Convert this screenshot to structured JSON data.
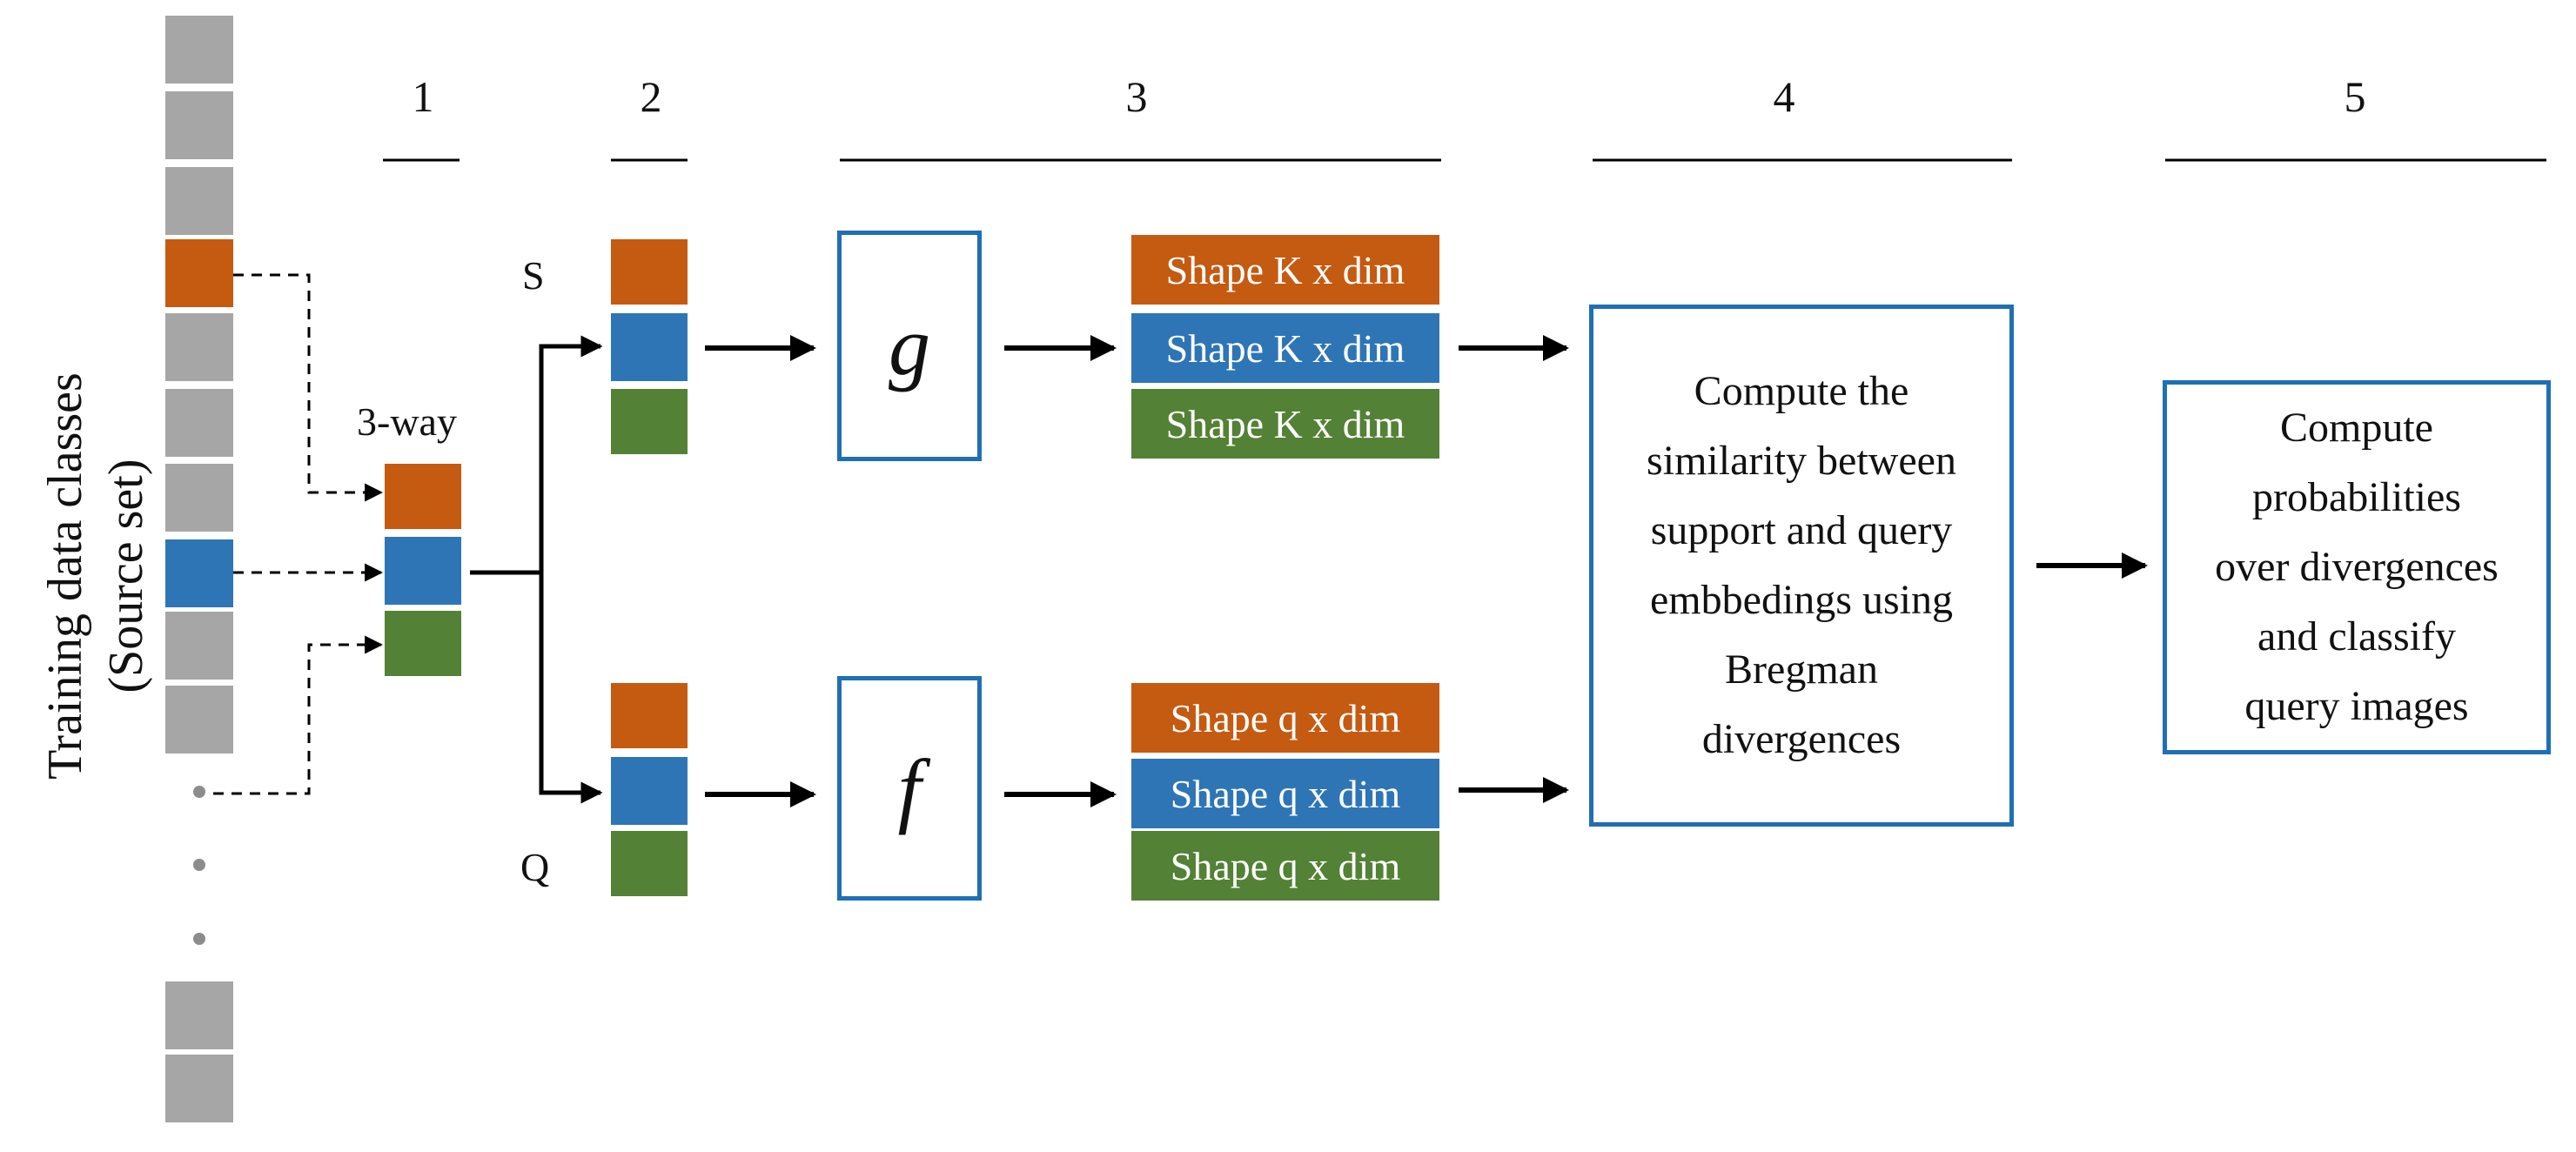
{
  "colors": {
    "gray": "#a6a6a6",
    "orange": "#c55a11",
    "blue": "#2e75b6",
    "green": "#538135",
    "box_border": "#1f6fb5"
  },
  "source_set": {
    "title_line1": "Training data classes",
    "title_line2": "(Source set)"
  },
  "steps": [
    "1",
    "2",
    "3",
    "4",
    "5"
  ],
  "labels": {
    "way": "3-way",
    "support": "S",
    "query": "Q"
  },
  "functions": {
    "g": "g",
    "f": "f"
  },
  "support_embeddings": [
    "Shape K x dim",
    "Shape K x dim",
    "Shape K x dim"
  ],
  "query_embeddings": [
    "Shape q x dim",
    "Shape q x dim",
    "Shape q x dim"
  ],
  "step4_text": "Compute the\nsimilarity between\nsupport and query\nembbedings using\nBregman\ndivergences",
  "step5_text": "Compute\nprobabilities\nover divergences\nand classify\nquery images"
}
